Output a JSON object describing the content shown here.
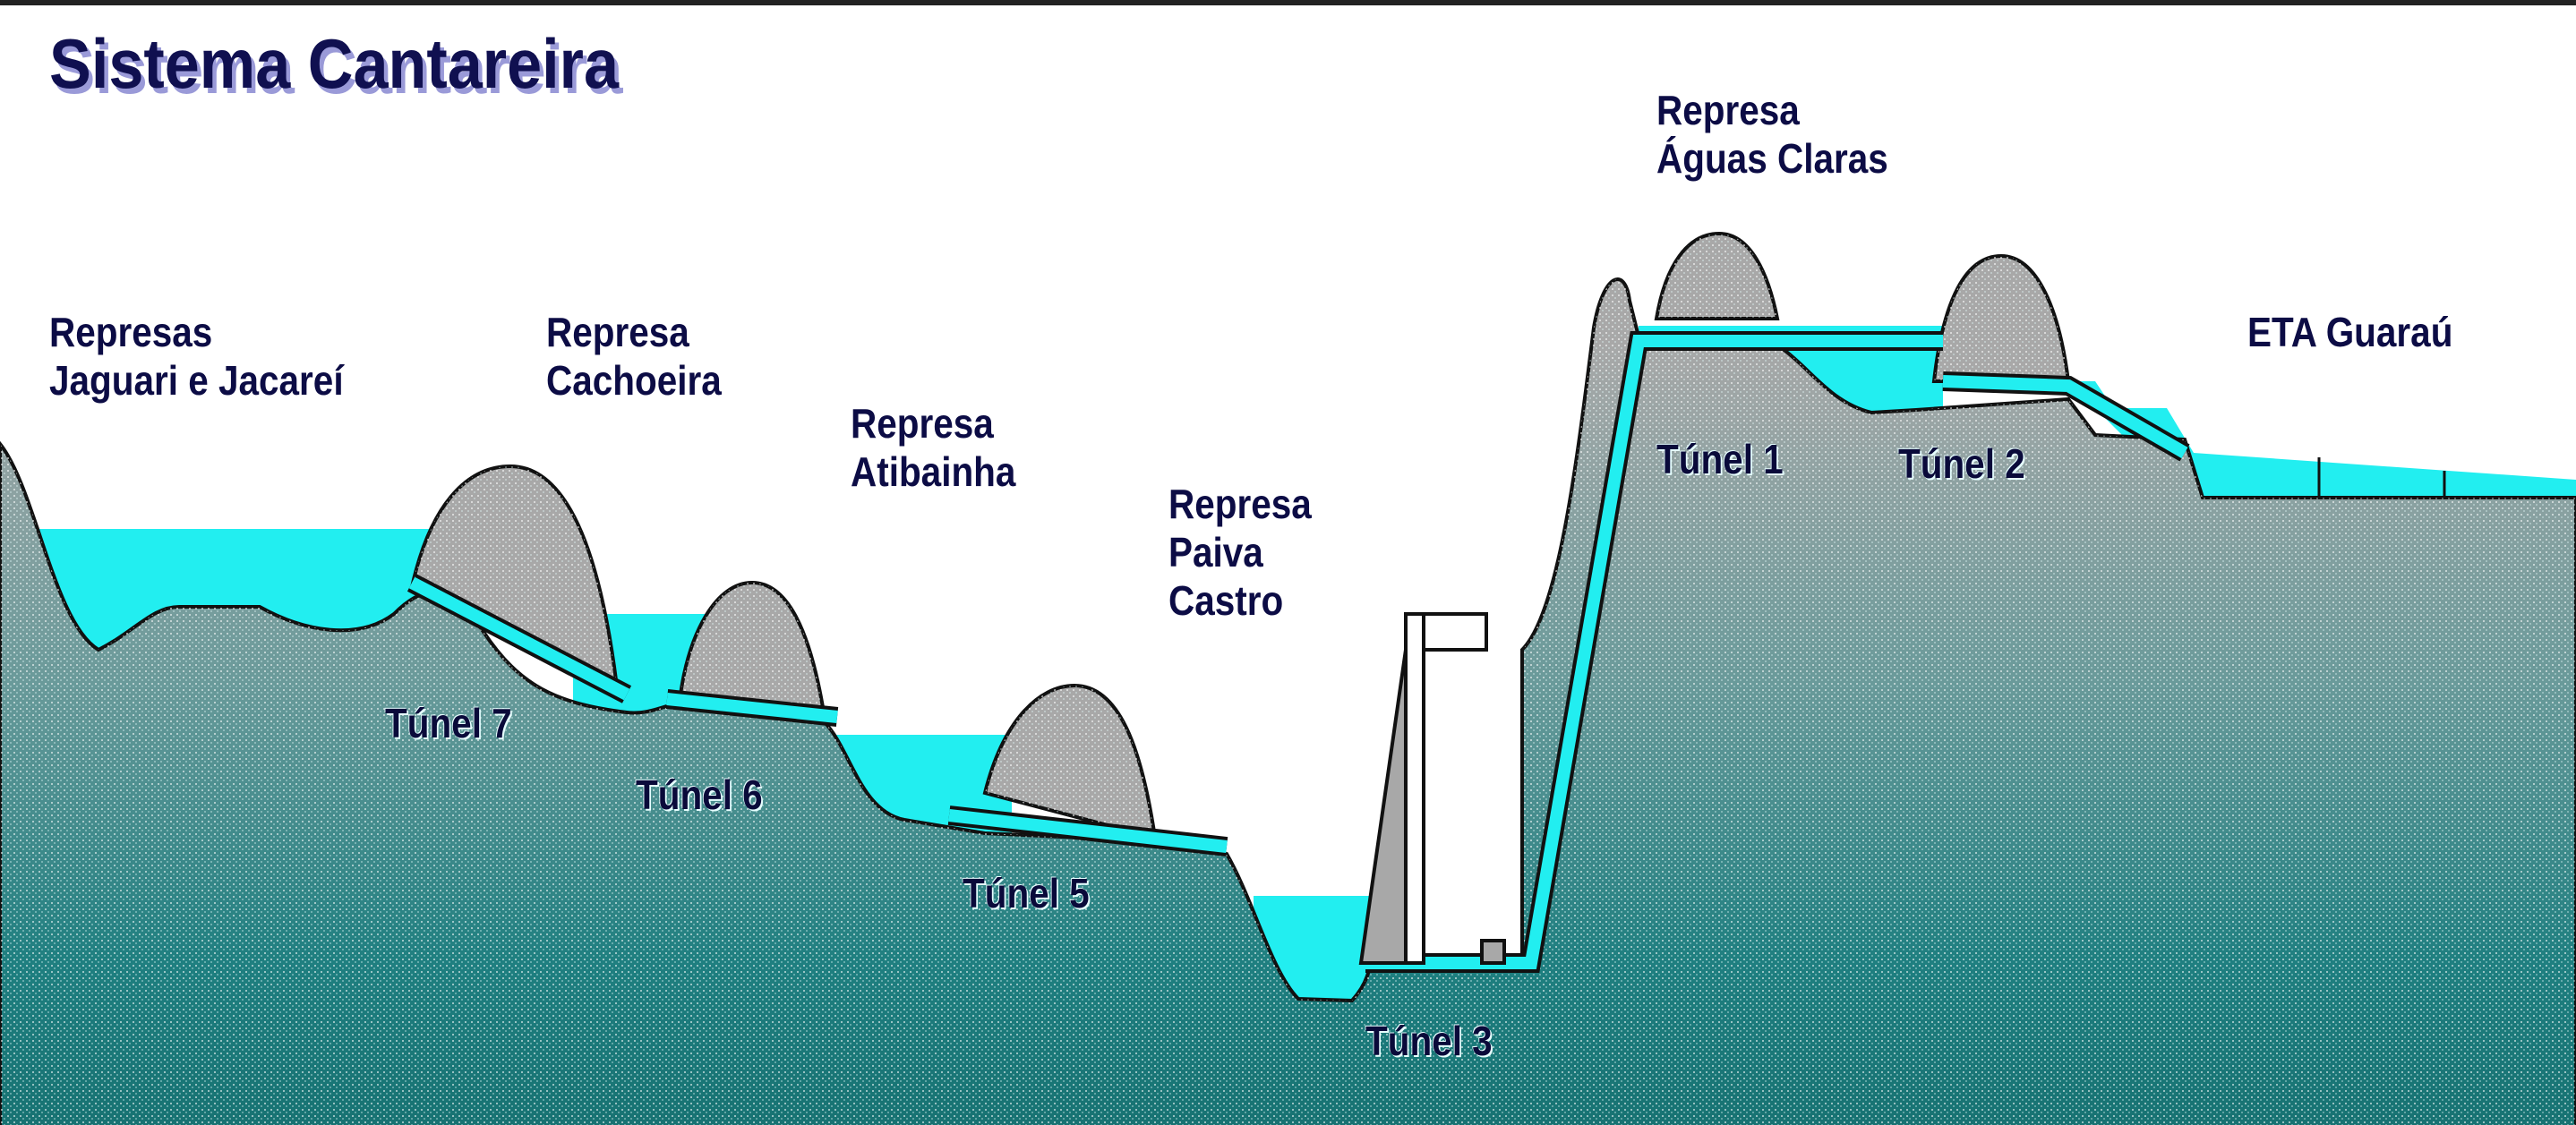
{
  "title": "Sistema Cantareira",
  "reservoirs": [
    {
      "line1": "Represas",
      "line2": "Jaguari e Jacareí"
    },
    {
      "line1": "Represa",
      "line2": "Cachoeira"
    },
    {
      "line1": "Represa",
      "line2": "Atibainha"
    },
    {
      "line1": "Represa",
      "line2": "Paiva",
      "line3": "Castro"
    },
    {
      "line1": "Represa",
      "line2": "Águas Claras"
    }
  ],
  "plant": "ETA Guaraú",
  "tunnels": [
    "Túnel 7",
    "Túnel 6",
    "Túnel 5",
    "Túnel 3",
    "Túnel 1",
    "Túnel 2"
  ],
  "colors": {
    "water": "#22eef0",
    "text": "#0c0c45",
    "rock_top": "#a4a4a4",
    "rock_bottom": "#197a7a"
  }
}
